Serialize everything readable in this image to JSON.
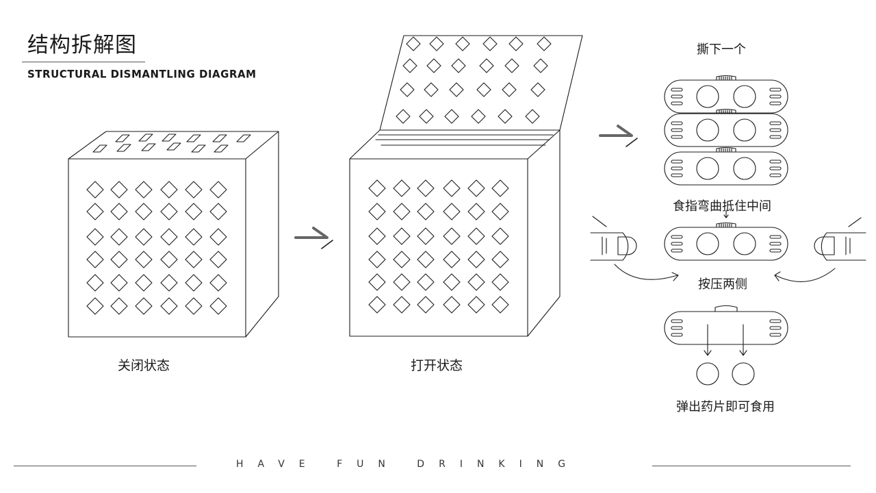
{
  "title": "结构拆解图",
  "subtitle": "STRUCTURAL DISMANTLING DIAGRAM",
  "captions": {
    "closed": "关闭状态",
    "open": "打开状态",
    "tear_off": "撕下一个",
    "bend_finger": "食指弯曲抵住中间",
    "press_sides": "按压两侧",
    "pop_out": "弹出药片即可食用"
  },
  "footer": "HAVE FUN DRINKING",
  "colors": {
    "line": "#1a1a1a",
    "arrow": "#666666",
    "rule": "#555555"
  }
}
